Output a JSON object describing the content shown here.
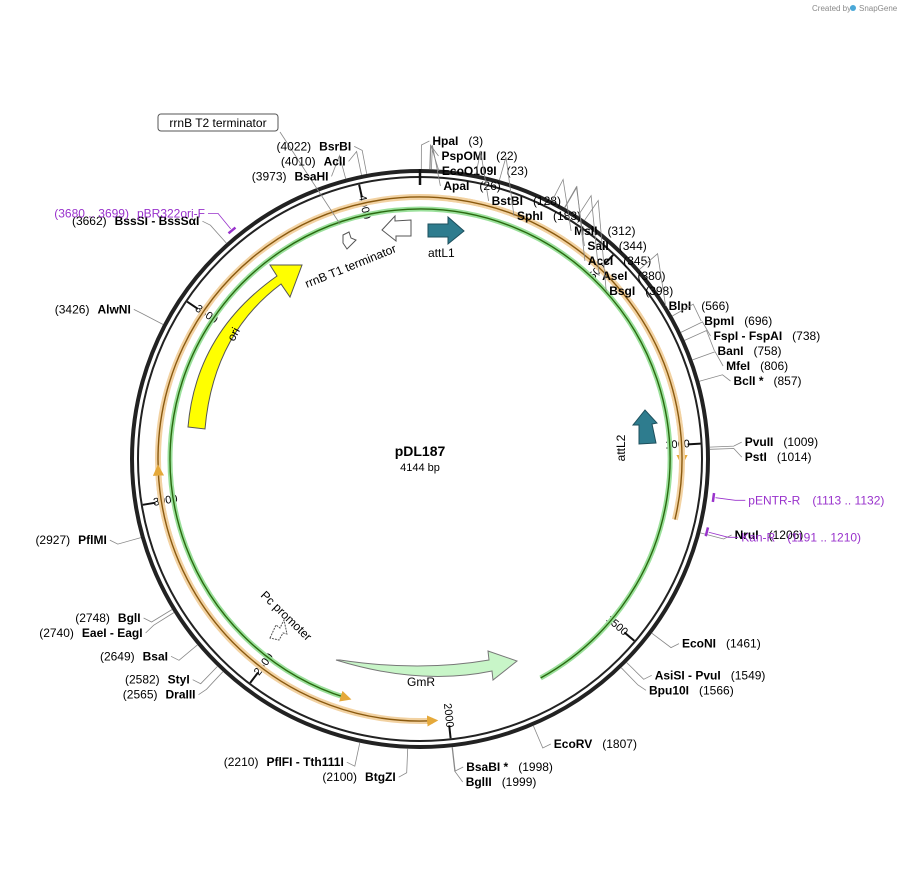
{
  "credit": {
    "prefix": "Created by",
    "brand": "SnapGene",
    "logo_icon": "snapgene-logo-icon"
  },
  "plasmid": {
    "name": "pDL187",
    "length_bp": 4144,
    "length_label": "4144 bp"
  },
  "colors": {
    "backbone": "#222222",
    "orf_outline": "#e5a93a",
    "ori": "#ffff00",
    "att": "#2e7c8e",
    "gmr_fill": "#c8f5c8",
    "gmr_arrow": "#2a8a2a",
    "primer": "#9932cc",
    "leader": "#777777"
  },
  "ticks": [
    {
      "bp": 500,
      "label": "500"
    },
    {
      "bp": 1000,
      "label": "1000"
    },
    {
      "bp": 1500,
      "label": "1500"
    },
    {
      "bp": 2000,
      "label": "2000"
    },
    {
      "bp": 2500,
      "label": "2500"
    },
    {
      "bp": 3000,
      "label": "3000"
    },
    {
      "bp": 3500,
      "label": "3500"
    },
    {
      "bp": 4000,
      "label": "4000"
    }
  ],
  "enzymes": [
    {
      "name": "HpaI",
      "pos": "(3)",
      "bp": 3,
      "side": "r"
    },
    {
      "name": "PspOMI",
      "pos": "(22)",
      "bp": 22,
      "side": "r"
    },
    {
      "name": "EcoO109I",
      "pos": "(23)",
      "bp": 23,
      "side": "r"
    },
    {
      "name": "ApaI",
      "pos": "(26)",
      "bp": 26,
      "side": "r"
    },
    {
      "name": "BstBI",
      "pos": "(128)",
      "bp": 128,
      "side": "r"
    },
    {
      "name": "SphI",
      "pos": "(183)",
      "bp": 183,
      "side": "r"
    },
    {
      "name": "MslI",
      "pos": "(312)",
      "bp": 312,
      "side": "r"
    },
    {
      "name": "SalI",
      "pos": "(344)",
      "bp": 344,
      "side": "r"
    },
    {
      "name": "AccI",
      "pos": "(345)",
      "bp": 345,
      "side": "r"
    },
    {
      "name": "AseI",
      "pos": "(380)",
      "bp": 380,
      "side": "r"
    },
    {
      "name": "BsgI",
      "pos": "(398)",
      "bp": 398,
      "side": "r"
    },
    {
      "name": "BlpI",
      "pos": "(566)",
      "bp": 566,
      "side": "r"
    },
    {
      "name": "BpmI",
      "pos": "(696)",
      "bp": 696,
      "side": "r"
    },
    {
      "name": "FspI - FspAI",
      "pos": "(738)",
      "bp": 738,
      "side": "r"
    },
    {
      "name": "BanI",
      "pos": "(758)",
      "bp": 758,
      "side": "r"
    },
    {
      "name": "MfeI",
      "pos": "(806)",
      "bp": 806,
      "side": "r"
    },
    {
      "name": "BclI *",
      "pos": "(857)",
      "bp": 857,
      "side": "r"
    },
    {
      "name": "PvuII",
      "pos": "(1009)",
      "bp": 1009,
      "side": "r"
    },
    {
      "name": "PstI",
      "pos": "(1014)",
      "bp": 1014,
      "side": "r"
    },
    {
      "name": "NruI",
      "pos": "(1206)",
      "bp": 1206,
      "side": "r"
    },
    {
      "name": "EcoNI",
      "pos": "(1461)",
      "bp": 1461,
      "side": "r"
    },
    {
      "name": "AsiSI - PvuI",
      "pos": "(1549)",
      "bp": 1549,
      "side": "r"
    },
    {
      "name": "Bpu10I",
      "pos": "(1566)",
      "bp": 1566,
      "side": "r"
    },
    {
      "name": "EcoRV",
      "pos": "(1807)",
      "bp": 1807,
      "side": "r"
    },
    {
      "name": "BsaBI *",
      "pos": "(1998)",
      "bp": 1998,
      "side": "r"
    },
    {
      "name": "BglII",
      "pos": "(1999)",
      "bp": 1999,
      "side": "r"
    },
    {
      "name": "BtgZI",
      "pos": "(2100)",
      "bp": 2100,
      "side": "l"
    },
    {
      "name": "PflFI - Tth111I",
      "pos": "(2210)",
      "bp": 2210,
      "side": "l"
    },
    {
      "name": "DraIII",
      "pos": "(2565)",
      "bp": 2565,
      "side": "l"
    },
    {
      "name": "StyI",
      "pos": "(2582)",
      "bp": 2582,
      "side": "l"
    },
    {
      "name": "BsaI",
      "pos": "(2649)",
      "bp": 2649,
      "side": "l"
    },
    {
      "name": "EaeI - EagI",
      "pos": "(2740)",
      "bp": 2740,
      "side": "l"
    },
    {
      "name": "BglI",
      "pos": "(2748)",
      "bp": 2748,
      "side": "l"
    },
    {
      "name": "PflMI",
      "pos": "(2927)",
      "bp": 2927,
      "side": "l"
    },
    {
      "name": "AlwNI",
      "pos": "(3426)",
      "bp": 3426,
      "side": "l"
    },
    {
      "name": "BssSI - BssSαI",
      "pos": "(3662)",
      "bp": 3662,
      "side": "l"
    },
    {
      "name": "BsaHI",
      "pos": "(3973)",
      "bp": 3973,
      "side": "l"
    },
    {
      "name": "AclI",
      "pos": "(4010)",
      "bp": 4010,
      "side": "l"
    },
    {
      "name": "BsrBI",
      "pos": "(4022)",
      "bp": 4022,
      "side": "l"
    }
  ],
  "primers": [
    {
      "name": "pBR322ori-F",
      "range": "(3680 .. 3699)",
      "bp": 3690,
      "side": "l"
    },
    {
      "name": "pENTR-R",
      "range": "(1113 .. 1132)",
      "bp": 1122,
      "side": "r"
    },
    {
      "name": "Kan-R",
      "range": "(1191 .. 1210)",
      "bp": 1200,
      "side": "r"
    }
  ],
  "features": {
    "rrnb_t2": "rrnB T2 terminator",
    "rrnb_t1": "rrnB T1 terminator",
    "attl1": "attL1",
    "attl2": "attL2",
    "ori": "ori",
    "gmr": "GmR",
    "pc_promoter": "Pc promoter"
  }
}
